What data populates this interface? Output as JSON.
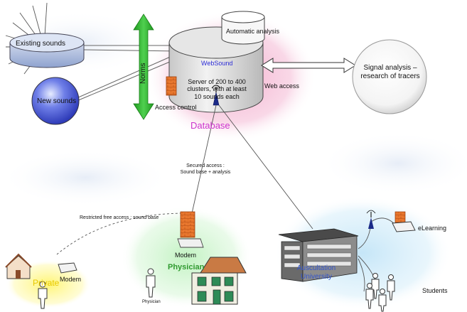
{
  "diagram": {
    "existing_sounds": "Existing sounds",
    "new_sounds": "New sounds",
    "norms": "Norms",
    "automatic_analysis": "Automatic analysis",
    "websound": "WebSound",
    "server_description": "Server of 200 to 400 clusters, with at least 10 sounds each",
    "access_control": "Access control",
    "web_access": "Web access",
    "database": "Database",
    "signal_analysis": "Signal analysis – research of tracers",
    "secured_access_line1": "Secured access :",
    "secured_access_line2": "Sound base + analysis",
    "restricted_access": "Restricted free access : sound base",
    "modem_physician": "Modem",
    "physician_group": "Physician",
    "physician_person": "Physician",
    "modem_private": "Modem",
    "private": "Private",
    "auscultation_university_line1": "Auscultation",
    "auscultation_university_line2": "University",
    "elearning": "eLearning",
    "students": "Students"
  },
  "colors": {
    "database_label": "#cc33cc",
    "websound_label": "#2b2bd6",
    "physician_label": "#2f9a2f",
    "private_label": "#e8c800",
    "university_label": "#3355cc",
    "norms_arrow": "#22aa22"
  }
}
